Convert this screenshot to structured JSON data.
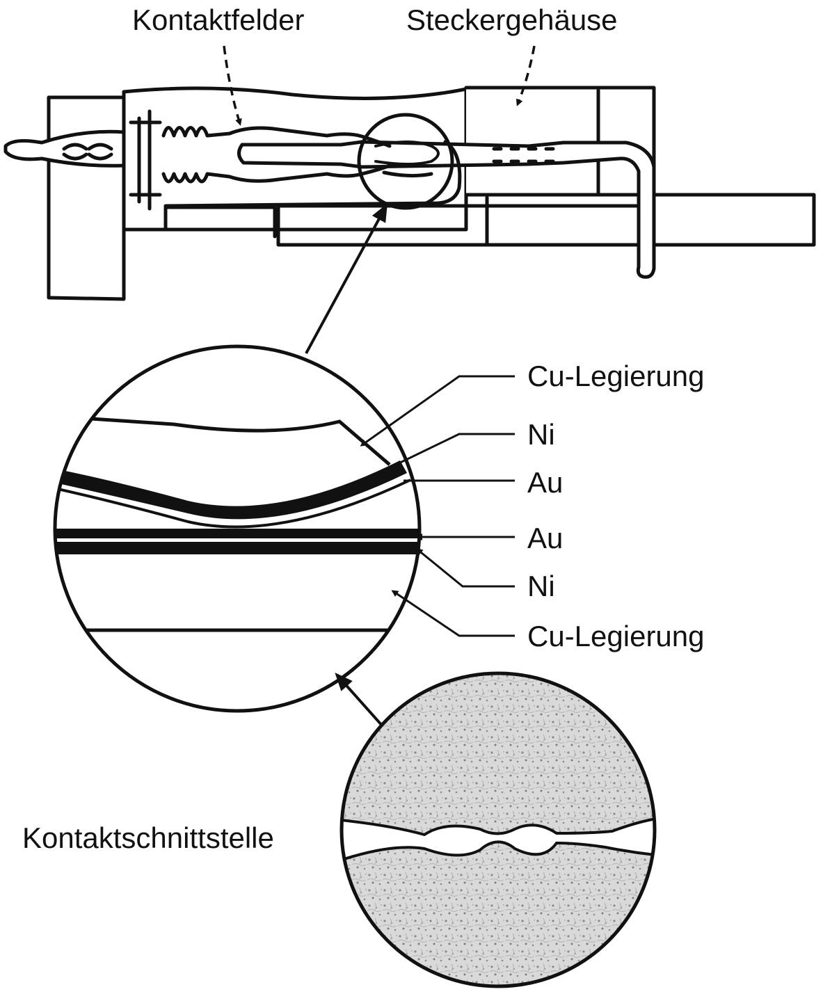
{
  "labels": {
    "contact_fields": "Kontaktfelder",
    "connector_housing": "Steckergehäuse",
    "contact_interface": "Kontaktschnittstelle"
  },
  "layers": [
    "Cu-Legierung",
    "Ni",
    "Au",
    "Au",
    "Ni",
    "Cu-Legierung"
  ],
  "colors": {
    "line": "#111111",
    "texture_base": "#d9d9d9",
    "texture_dot": "#8a8a8a"
  }
}
